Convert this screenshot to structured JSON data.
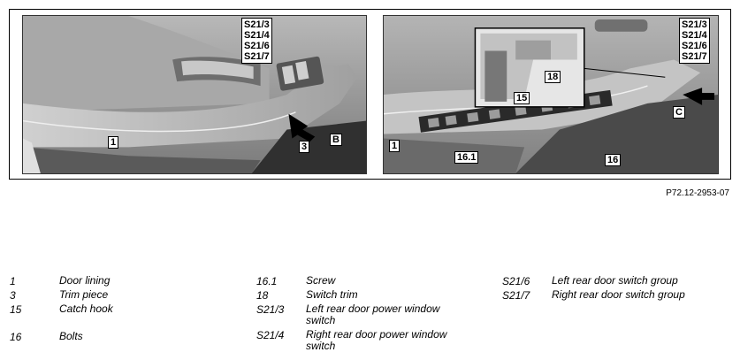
{
  "figure": {
    "left_callouts": {
      "switch_stack": [
        "S21/3",
        "S21/4",
        "S21/6",
        "S21/7"
      ],
      "door_lining": "1",
      "trim_piece": "3",
      "arrow": "B"
    },
    "right_callouts": {
      "switch_stack": [
        "S21/3",
        "S21/4",
        "S21/6",
        "S21/7"
      ],
      "switch_trim": "18",
      "catch_hook": "15",
      "arrow": "C",
      "door_lining": "1",
      "screw": "16.1",
      "bolts": "16"
    },
    "id": "P72.12-2953-07"
  },
  "legend": {
    "col1": [
      {
        "num": "1",
        "desc": "Door lining"
      },
      {
        "num": "3",
        "desc": "Trim piece"
      },
      {
        "num": "15",
        "desc": "Catch hook"
      },
      {
        "num": "16",
        "desc": "Bolts"
      }
    ],
    "col2": [
      {
        "num": "16.1",
        "desc": "Screw"
      },
      {
        "num": "18",
        "desc": "Switch trim"
      },
      {
        "num": "S21/3",
        "desc": "Left rear door power window switch"
      },
      {
        "num": "S21/4",
        "desc": "Right rear door power window switch"
      }
    ],
    "col3": [
      {
        "num": "S21/6",
        "desc": "Left rear door switch group"
      },
      {
        "num": "S21/7",
        "desc": "Right rear door switch group"
      }
    ]
  }
}
